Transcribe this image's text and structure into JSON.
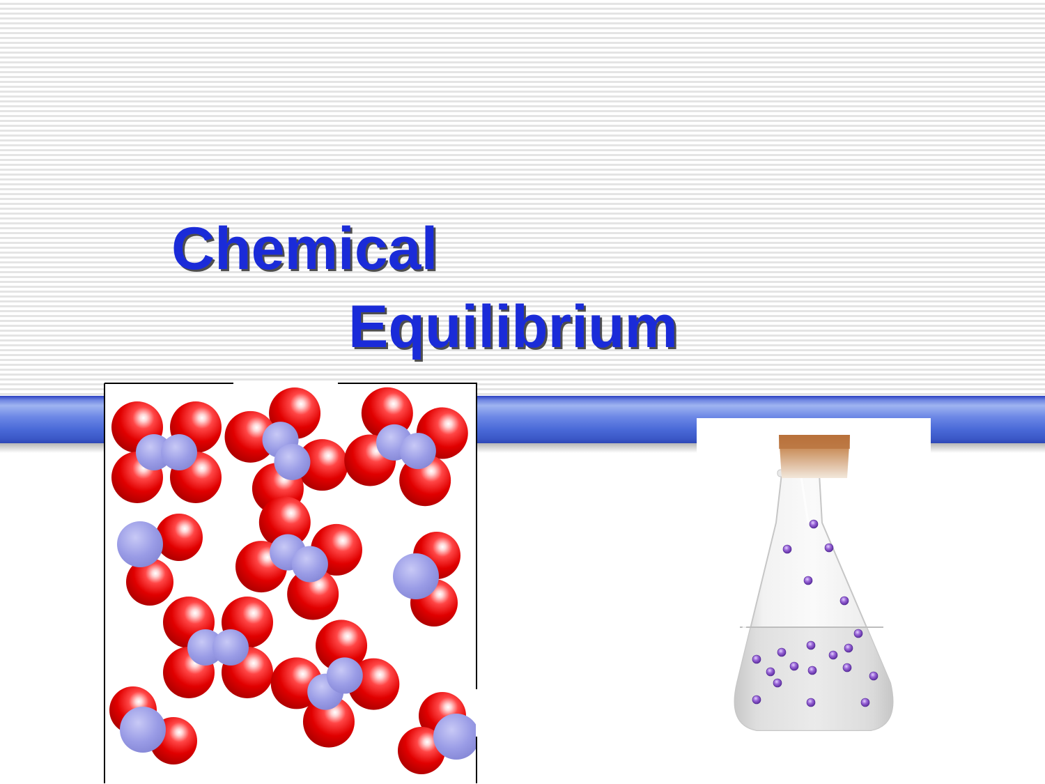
{
  "slide": {
    "title_line1": "Chemical",
    "title_line2": "Equilibrium"
  },
  "colors": {
    "title": "#1a2bd8",
    "band": "#4a6ad8",
    "oxygen_atom": "#e00000",
    "nitrogen_atom": "#9a9ce6",
    "flask_particle": "#8a52c8",
    "cork": "#c8a070"
  },
  "illustrations": {
    "molecules": {
      "name": "molecule-box",
      "dimer_count": 6,
      "monomer_count": 4
    },
    "flask": {
      "name": "erlenmeyer-flask-with-particles",
      "particle_count": 20
    }
  }
}
